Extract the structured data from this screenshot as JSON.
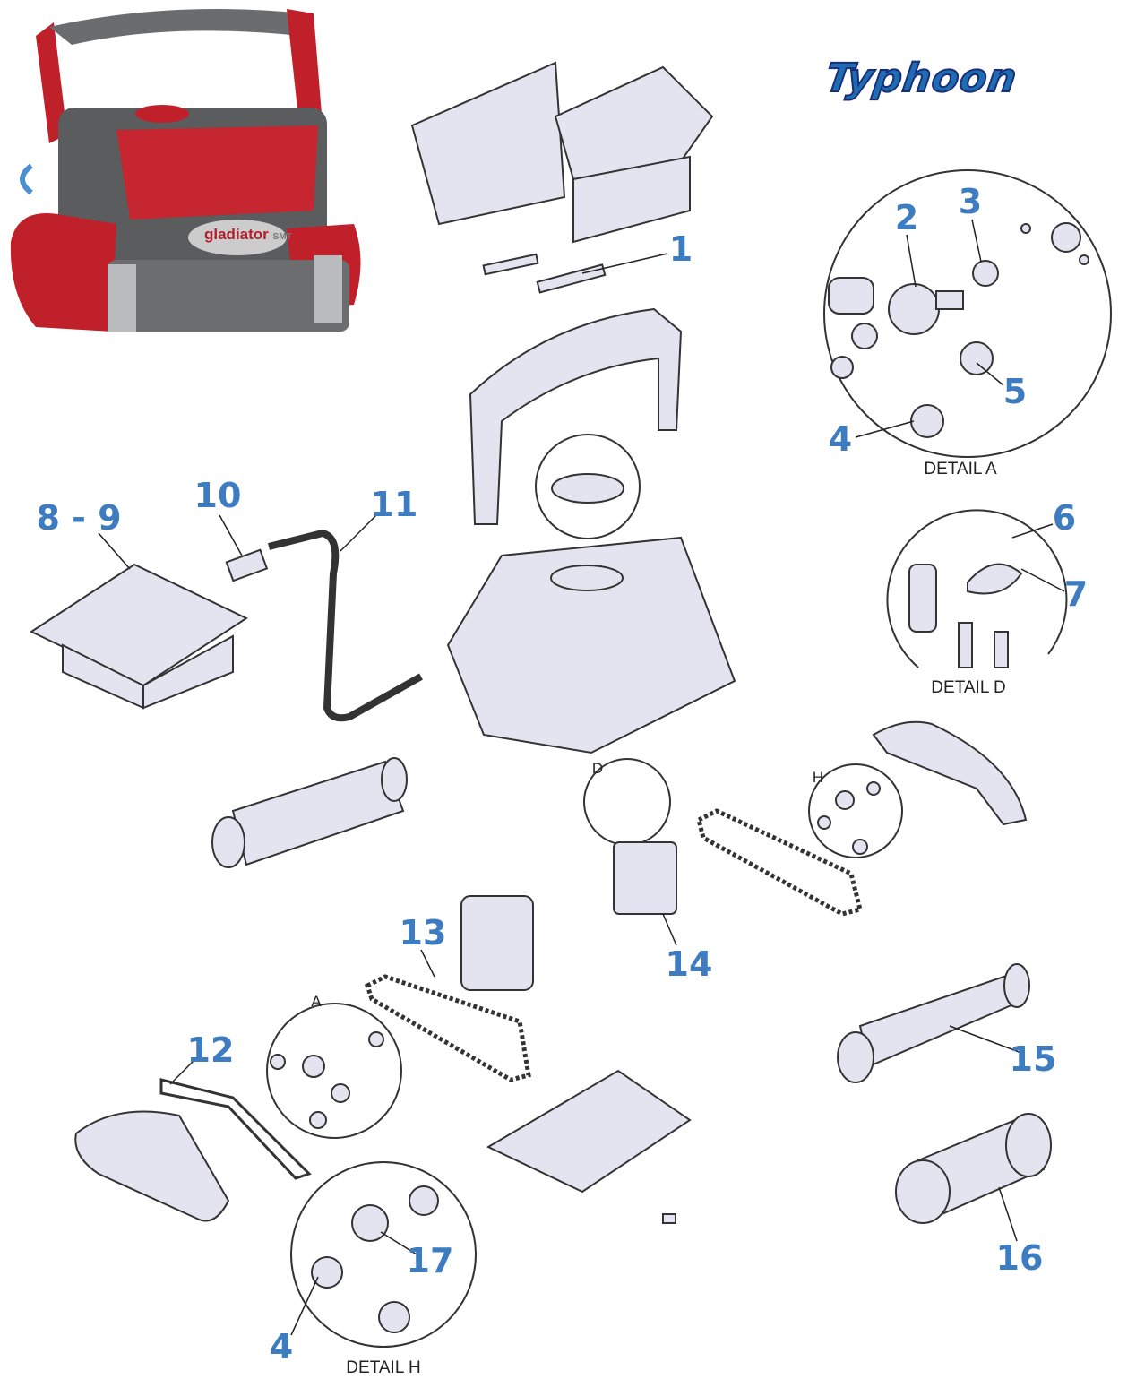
{
  "logo": "Typhoon",
  "product_photo": {
    "brand": "gladiator",
    "model": "SMT"
  },
  "callouts": {
    "c1": "1",
    "c2": "2",
    "c3": "3",
    "c4a": "4",
    "c5": "5",
    "c6": "6",
    "c7": "7",
    "c89": "8 - 9",
    "c10": "10",
    "c11": "11",
    "c12": "12",
    "c13": "13",
    "c14": "14",
    "c15": "15",
    "c16": "16",
    "c17": "17",
    "c4h": "4"
  },
  "details": {
    "a": "DETAIL A",
    "d": "DETAIL D",
    "h": "DETAIL H"
  },
  "detail_markers": {
    "d": "D",
    "h": "H",
    "a": "A"
  },
  "colors": {
    "callout": "#3d7cc0",
    "part_fill": "#e4e4f0",
    "robot_red": "#c0202a",
    "robot_gray": "#5a5c5e"
  }
}
